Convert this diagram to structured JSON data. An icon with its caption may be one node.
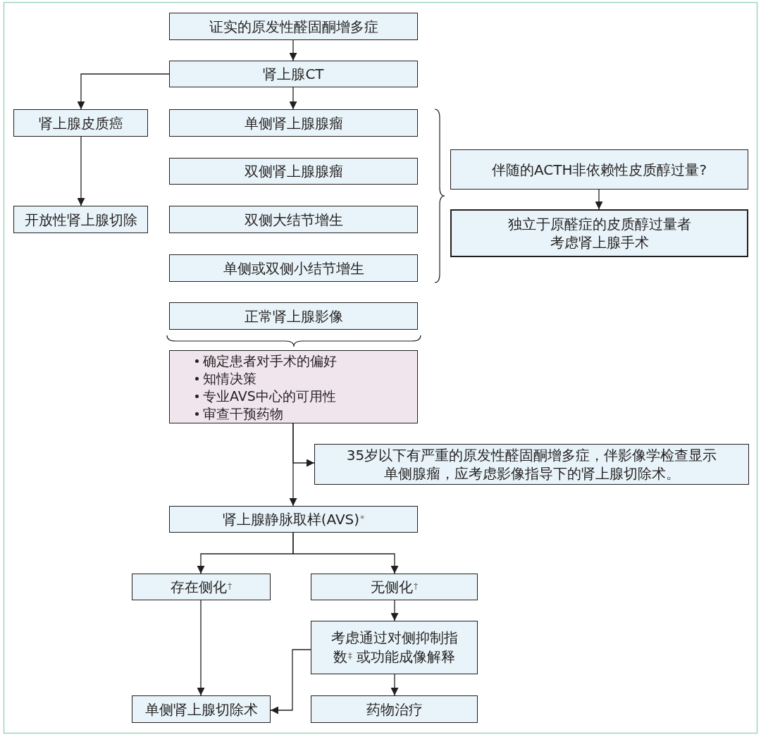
{
  "diagram": {
    "nodes": [
      {
        "text": [
          "证实的原发性醛固酮增多症"
        ]
      },
      {
        "text": [
          "肾上腺CT"
        ]
      },
      {
        "text": [
          "肾上腺皮质癌"
        ]
      },
      {
        "text": [
          "单侧肾上腺腺瘤"
        ]
      },
      {
        "text": [
          "双侧肾上腺腺瘤"
        ]
      },
      {
        "text": [
          "双侧大结节增生"
        ]
      },
      {
        "text": [
          "开放性肾上腺切除"
        ]
      },
      {
        "text": [
          "单侧或双侧小结节增生"
        ]
      },
      {
        "text": [
          "伴随的ACTH非依赖性皮质醇过量?"
        ]
      },
      {
        "text": [
          "独立于原醛症的皮质醇过量者考虑肾上腺手术"
        ]
      },
      {
        "text": [
          "正常肾上腺影像"
        ]
      },
      {
        "text": [
          "确定患者对手术的偏好",
          "知情决策",
          "专业AVS中心的可用性",
          "审查干预药物"
        ]
      },
      {
        "text": [
          "35岁以下有严重的原发性醛固酮增多症，伴影像学检查显示单侧腺瘤，应考虑影像指导下的肾上腺切除术。"
        ]
      },
      {
        "text": [
          "肾上腺静脉取样(AVS)$^{*}$"
        ]
      },
      {
        "text": [
          "存在侧化$^{†}$"
        ]
      },
      {
        "text": [
          "无侧化$^{†}$"
        ]
      },
      {
        "text": [
          "考虑通过对侧抑制指数$^{‡}$ 或功能成像解释"
        ]
      },
      {
        "text": [
          "单侧肾上腺切除术"
        ]
      },
      {
        "text": [
          "药物治疗"
        ]
      }
    ],
    "edges": [
      {
        "from": 0,
        "to": 1,
        "arrow": "to"
      },
      {
        "from": 1,
        "to": 2,
        "arrow": "to"
      },
      {
        "from": 1,
        "to": 3,
        "arrow": "to"
      },
      {
        "from": 2,
        "to": 6,
        "arrow": "to"
      },
      {
        "from": 8,
        "to": 9,
        "arrow": "to"
      },
      {
        "from": 11,
        "to": 12,
        "arrow": "to"
      },
      {
        "from": 11,
        "to": 13,
        "arrow": "to"
      },
      {
        "from": 13,
        "to": 14,
        "arrow": "to"
      },
      {
        "from": 13,
        "to": 15,
        "arrow": "to"
      },
      {
        "from": 14,
        "to": 17,
        "arrow": "to"
      },
      {
        "from": 15,
        "to": 16,
        "arrow": "to"
      },
      {
        "from": 16,
        "to": 17,
        "arrow": "to"
      },
      {
        "from": 16,
        "to": 18,
        "arrow": "to"
      }
    ]
  }
}
